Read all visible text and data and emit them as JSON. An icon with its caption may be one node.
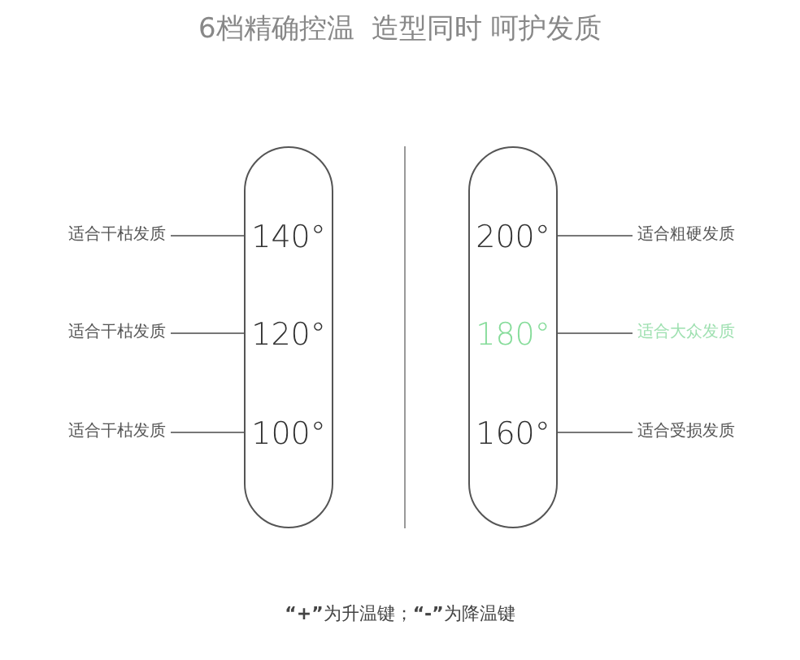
{
  "diagram": {
    "title": "6档精确控温  造型同时 呵护发质",
    "caption": "**“+”**为升温键；**“-”**为降温键",
    "nodes": [
      {
        "text": [],
        "shape": "bar"
      },
      {
        "text": [
          "140°"
        ],
        "in": 0
      },
      {
        "text": [
          "120°"
        ],
        "in": 0
      },
      {
        "text": [
          "100°"
        ],
        "in": 0
      },
      {
        "text": [],
        "shape": "bar"
      },
      {
        "text": [
          "200°"
        ],
        "in": 4
      },
      {
        "text": [
          "180°"
        ],
        "in": 4
      },
      {
        "text": [
          "160°"
        ],
        "in": 4
      },
      {
        "text": [
          "适合干枯发质"
        ]
      },
      {
        "text": [
          "适合干枯发质"
        ]
      },
      {
        "text": [
          "适合干枯发质"
        ]
      },
      {
        "text": [
          "适合粗硬发质"
        ]
      },
      {
        "text": [
          "适合大众发质"
        ]
      },
      {
        "text": [
          "适合受损发质"
        ]
      }
    ],
    "edges": [
      {
        "from": 8,
        "to": 1,
        "arrow": "none"
      },
      {
        "from": 9,
        "to": 2,
        "arrow": "none"
      },
      {
        "from": 10,
        "to": 3,
        "arrow": "none"
      },
      {
        "from": 11,
        "to": 5,
        "arrow": "none"
      },
      {
        "from": 12,
        "to": 6,
        "arrow": "none"
      },
      {
        "from": 13,
        "to": 7,
        "arrow": "none"
      }
    ]
  }
}
